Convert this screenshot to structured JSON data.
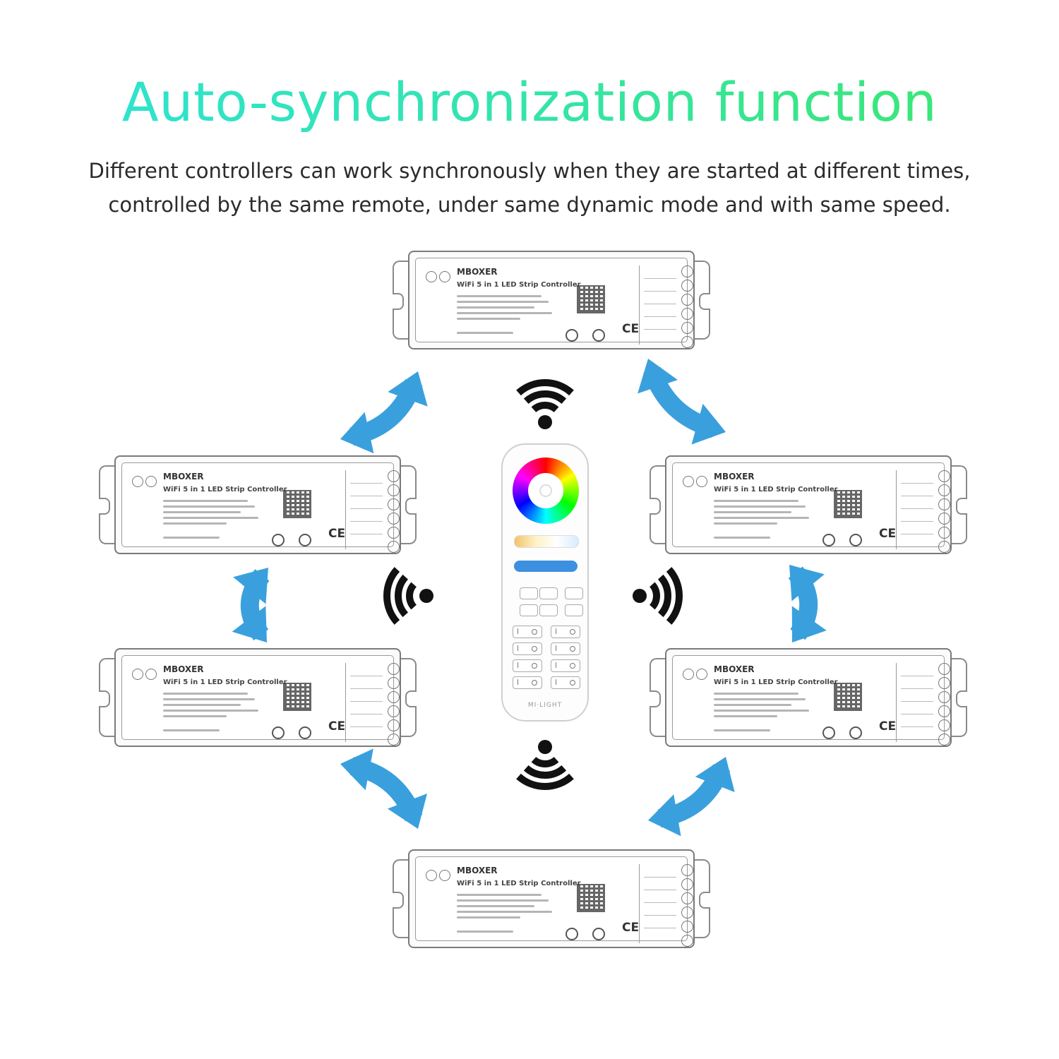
{
  "header": {
    "title": "Auto-synchronization function",
    "subtitle_line1": "Different controllers can work synchronously when they are started at different times,",
    "subtitle_line2": "controlled by the same remote, under same dynamic mode and with same speed."
  },
  "controller": {
    "brand": "MBOXER",
    "product": "WiFi 5 in 1 LED Strip Controller",
    "ce_mark": "CE"
  },
  "remote": {
    "logo": "MI·LIGHT"
  },
  "colors": {
    "arrow": "#3aa0dd",
    "title_start": "#2ee3d6",
    "title_end": "#3ce86a",
    "signal": "#111111"
  },
  "icons": [
    "signal-waves-icon",
    "sync-arrow-icon"
  ]
}
